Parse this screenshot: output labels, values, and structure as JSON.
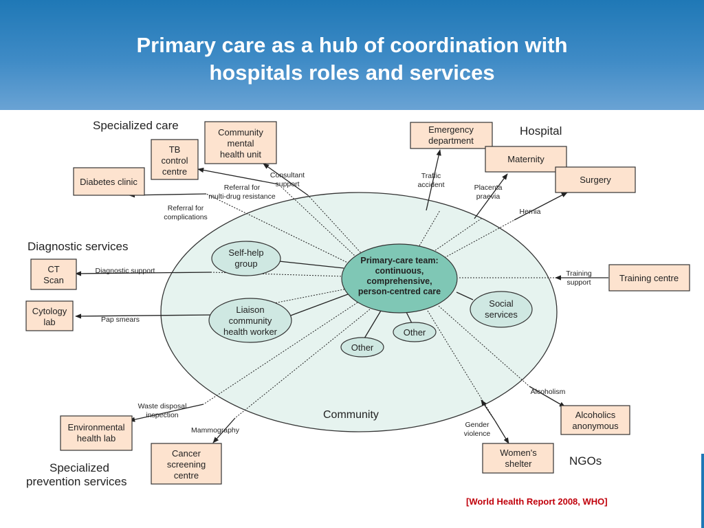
{
  "title": {
    "line1": "Primary care as a hub of coordination with",
    "line2": "hospitals roles and services"
  },
  "headings": {
    "specialized_care": "Specialized care",
    "hospital": "Hospital",
    "diagnostic_services": "Diagnostic services",
    "specialized_prevention_1": "Specialized",
    "specialized_prevention_2": "prevention services",
    "ngos": "NGOs",
    "community": "Community"
  },
  "boxes": {
    "community_mental_health": [
      "Community",
      "mental",
      "health unit"
    ],
    "tb_control": [
      "TB",
      "control",
      "centre"
    ],
    "diabetes_clinic": [
      "Diabetes clinic"
    ],
    "emergency": [
      "Emergency",
      "department"
    ],
    "maternity": [
      "Maternity"
    ],
    "surgery": [
      "Surgery"
    ],
    "ct_scan": [
      "CT",
      "Scan"
    ],
    "cytology": [
      "Cytology",
      "lab"
    ],
    "training_centre": [
      "Training centre"
    ],
    "env_health_lab": [
      "Environmental",
      "health lab"
    ],
    "cancer_screening": [
      "Cancer",
      "screening",
      "centre"
    ],
    "alcoholics_anonymous": [
      "Alcoholics",
      "anonymous"
    ],
    "womens_shelter": [
      "Women's",
      "shelter"
    ]
  },
  "ovals": {
    "core": [
      "Primary-care team:",
      "continuous,",
      "comprehensive,",
      "person-centred care"
    ],
    "self_help": [
      "Self-help",
      "group"
    ],
    "liaison": [
      "Liaison",
      "community",
      "health worker"
    ],
    "social": [
      "Social",
      "services"
    ],
    "other1": [
      "Other"
    ],
    "other2": [
      "Other"
    ]
  },
  "labels": {
    "consultant_support": [
      "Consultant",
      "support"
    ],
    "referral_mdr": [
      "Referral for",
      "multi-drug resistance"
    ],
    "referral_complications": [
      "Referral for",
      "complications"
    ],
    "traffic_accident": [
      "Traffic",
      "accident"
    ],
    "placenta_praevia": [
      "Placenta",
      "praevia"
    ],
    "hernia": [
      "Hernia"
    ],
    "diagnostic_support": [
      "Diagnostic support"
    ],
    "pap_smears": [
      "Pap smears"
    ],
    "training_support": [
      "Training",
      "support"
    ],
    "waste_disposal": [
      "Waste disposal",
      "inspection"
    ],
    "mammography": [
      "Mammography"
    ],
    "alcoholism": [
      "Alcoholism"
    ],
    "gender_violence": [
      "Gender",
      "violence"
    ]
  },
  "citation": "[World Health Report 2008, WHO]",
  "colors": {
    "header_blue": "#1f78b6",
    "box_fill": "#fde3cf",
    "oval_fill": "#cfe8e2",
    "core_fill": "#7fc7b5",
    "citation_red": "#c0000b"
  }
}
